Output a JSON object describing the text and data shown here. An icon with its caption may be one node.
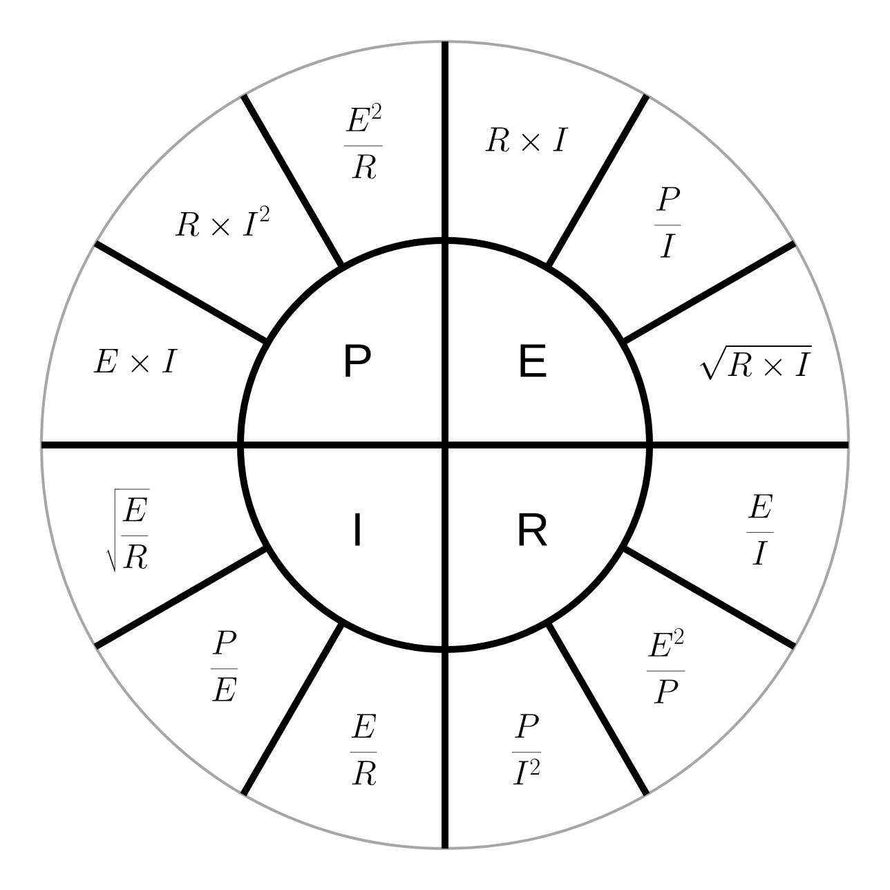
{
  "diagram": {
    "nodes": [
      {
        "text": [
          "P"
        ]
      },
      {
        "text": [
          "E"
        ]
      },
      {
        "text": [
          "I"
        ]
      },
      {
        "text": [
          "R"
        ]
      },
      {
        "text": [
          "\\frac{E^{2}}{R}"
        ]
      },
      {
        "text": [
          "R\\times I"
        ]
      },
      {
        "text": [
          "R\\times I^{2}"
        ]
      },
      {
        "text": [
          "\\frac{P}{I}"
        ]
      },
      {
        "text": [
          "E\\times I"
        ]
      },
      {
        "text": [
          "\\sqrt{R\\times I}"
        ]
      },
      {
        "text": [
          "\\sqrt{\\frac{E}{R}}"
        ]
      },
      {
        "text": [
          "\\frac{E}{I}"
        ]
      },
      {
        "text": [
          "\\frac{P}{E}"
        ]
      },
      {
        "text": [
          "\\frac{E^{2}}{P}"
        ]
      },
      {
        "text": [
          "\\frac{E}{R}"
        ]
      },
      {
        "text": [
          "\\frac{P}{I^{2}}"
        ]
      }
    ]
  }
}
